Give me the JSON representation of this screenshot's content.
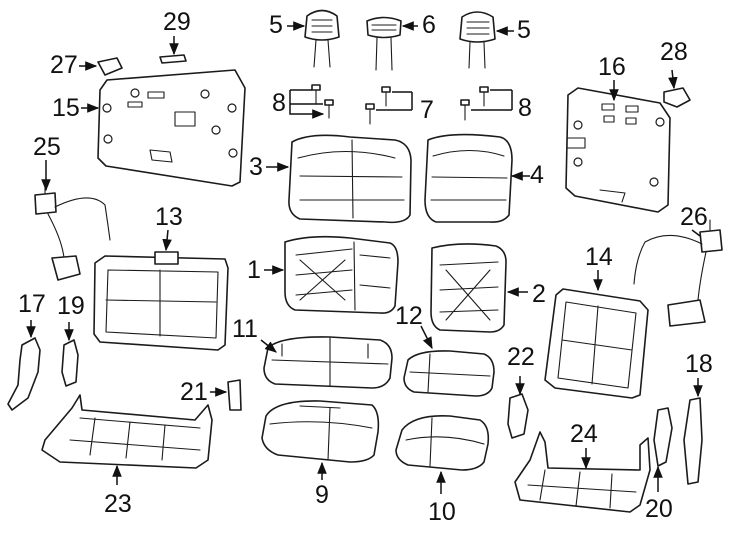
{
  "callouts": {
    "c1": "1",
    "c2": "2",
    "c3": "3",
    "c4": "4",
    "c5a": "5",
    "c5b": "5",
    "c6": "6",
    "c7": "7",
    "c8a": "8",
    "c8b": "8",
    "c9": "9",
    "c10": "10",
    "c11": "11",
    "c12": "12",
    "c13": "13",
    "c14": "14",
    "c15": "15",
    "c16": "16",
    "c17": "17",
    "c18": "18",
    "c19": "19",
    "c20": "20",
    "c21": "21",
    "c22": "22",
    "c23": "23",
    "c24": "24",
    "c25": "25",
    "c26": "26",
    "c27": "27",
    "c28": "28",
    "c29": "29"
  }
}
